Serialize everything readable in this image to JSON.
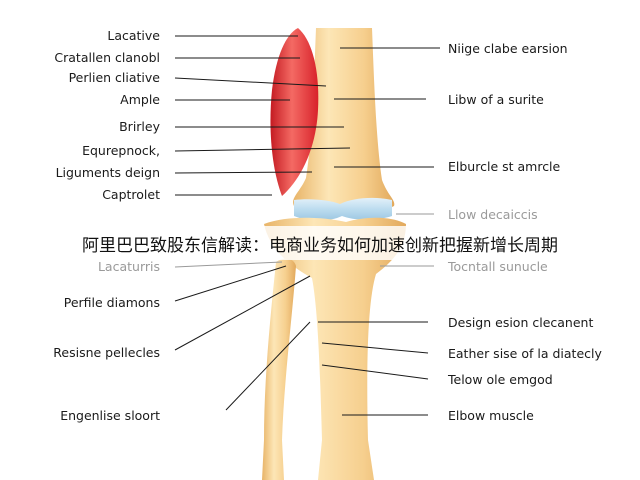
{
  "colors": {
    "bone": "#f6cf8e",
    "bone_highlight": "#fde6b6",
    "bone_shadow": "#e8b468",
    "muscle": "#e0262b",
    "muscle_highlight": "#f46a64",
    "cartilage": "#bcdcef",
    "text": "#1a1a1a",
    "faded_text": "#9a9a9a"
  },
  "left_labels": [
    {
      "id": "lacative",
      "text": "Lacative"
    },
    {
      "id": "cratallen",
      "text": "Cratallen clanobl"
    },
    {
      "id": "perlien",
      "text": "Perlien cliative"
    },
    {
      "id": "ample",
      "text": "Ample"
    },
    {
      "id": "brirley",
      "text": "Brirley"
    },
    {
      "id": "equrepnock",
      "text": "Equrepnock,"
    },
    {
      "id": "liguments",
      "text": "Liguments deign"
    },
    {
      "id": "captrolet",
      "text": "Captrolet"
    },
    {
      "id": "lacaturris",
      "text": "Lacaturris",
      "faded": true
    },
    {
      "id": "perfile",
      "text": "Perfile diamons"
    },
    {
      "id": "resisne",
      "text": "Resisne pellecles"
    },
    {
      "id": "engenlise",
      "text": "Engenlise sloort"
    }
  ],
  "right_labels": [
    {
      "id": "niige",
      "text": "Niige clabe earsion"
    },
    {
      "id": "libw",
      "text": "Libw of a surite"
    },
    {
      "id": "elburcle",
      "text": "Elburcle st amrcle"
    },
    {
      "id": "llow",
      "text": "Llow decaiccis",
      "faded": true
    },
    {
      "id": "tocntall",
      "text": "Tocntall sunucle",
      "faded": true
    },
    {
      "id": "design",
      "text": "Design esion clecanent"
    },
    {
      "id": "eather",
      "text": "Eather sise of la diatecly"
    },
    {
      "id": "telow",
      "text": "Telow ole emgod"
    },
    {
      "id": "elbow",
      "text": "Elbow muscle"
    }
  ],
  "banner": {
    "text": "阿里巴巴致股东信解读：电商业务如何加速创新把握新增长周期"
  }
}
